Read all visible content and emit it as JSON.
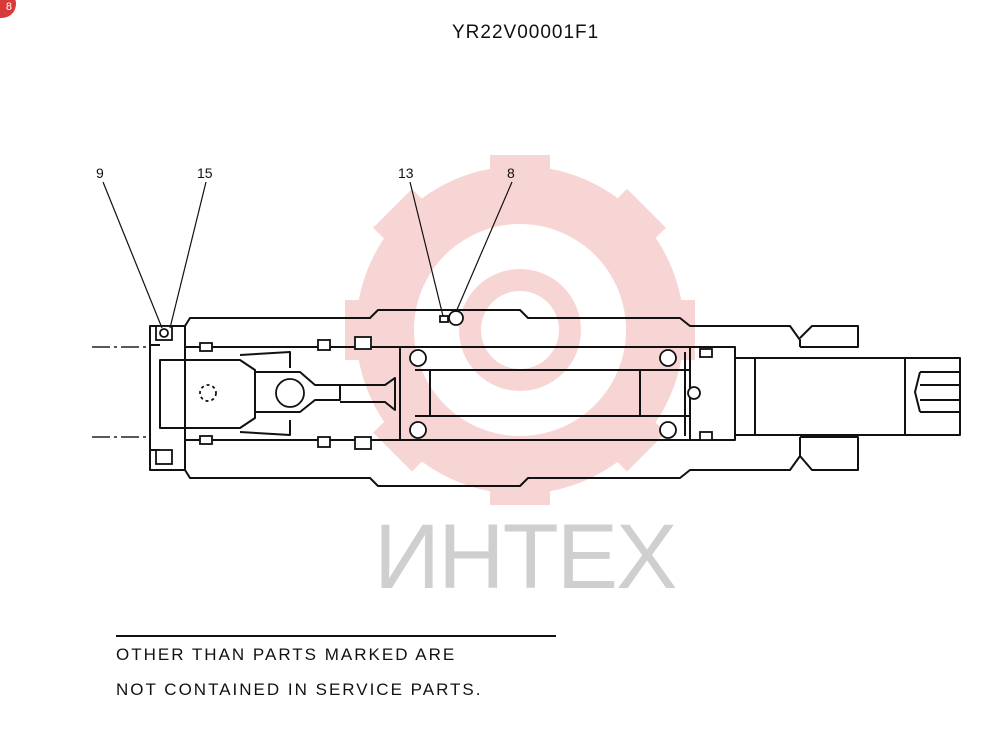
{
  "drawing_id": "YR22V00001F1",
  "callouts": {
    "c9": "9",
    "c15": "15",
    "c13": "13",
    "c8": "8"
  },
  "note": {
    "line1": "OTHER THAN PARTS MARKED ARE",
    "line2": "NOT CONTAINED IN SERVICE PARTS."
  },
  "watermark": {
    "text": "ИНТЕХ",
    "color": "#f4b4b4"
  },
  "corner_badge": "8"
}
